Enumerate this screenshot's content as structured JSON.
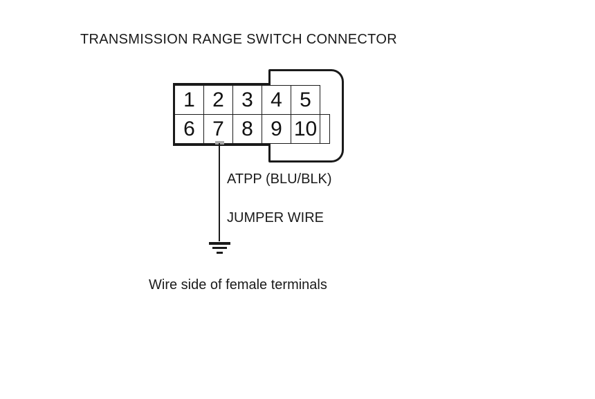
{
  "title": "TRANSMISSION RANGE SWITCH CONNECTOR",
  "connector": {
    "terminals": [
      "1",
      "2",
      "3",
      "4",
      "5",
      "6",
      "7",
      "8",
      "9",
      "10"
    ],
    "rows": 2,
    "columns": 5,
    "jumper_from_terminal": "7"
  },
  "labels": {
    "wire": "ATPP (BLU/BLK)",
    "jumper": "JUMPER WIRE",
    "caption": "Wire side of female terminals"
  },
  "icons": {
    "ground": "ground-symbol"
  },
  "colors": {
    "line": "#1a1a1a",
    "background": "#ffffff",
    "probe_mark": "#a9a9a9"
  }
}
